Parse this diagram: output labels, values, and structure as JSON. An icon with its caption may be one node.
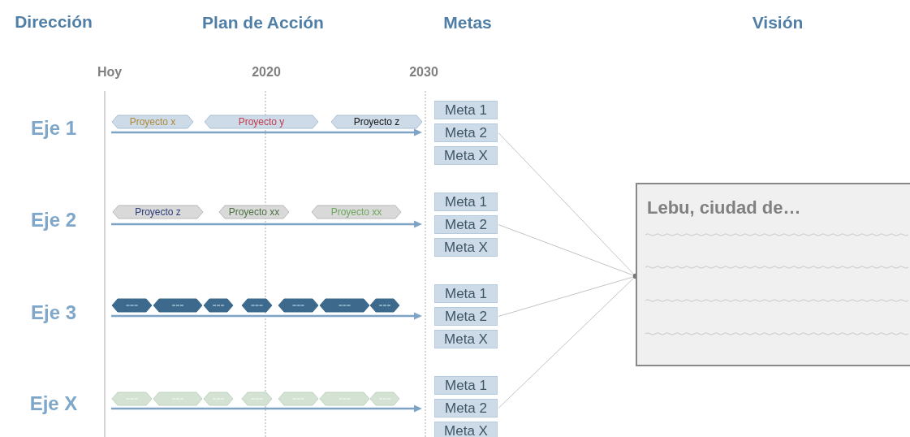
{
  "diagram": {
    "nodes": [
      {
        "text": [
          "Proyecto  x"
        ]
      },
      {
        "text": [
          "Proyecto  y"
        ]
      },
      {
        "text": [
          "Proyecto z"
        ]
      },
      {
        "text": [
          "Meta 1"
        ]
      },
      {
        "text": [
          "Meta 2"
        ]
      },
      {
        "text": [
          "Meta X"
        ]
      },
      {
        "text": [
          "Proyecto  z"
        ]
      },
      {
        "text": [
          "Proyecto xx"
        ]
      },
      {
        "text": [
          "Proyecto xx"
        ]
      },
      {
        "text": [
          "Meta 1"
        ]
      },
      {
        "text": [
          "Meta 2"
        ]
      },
      {
        "text": [
          "Meta X"
        ]
      },
      {
        "text": [],
        "shape": "hexagon"
      },
      {
        "text": [],
        "shape": "hexagon"
      },
      {
        "text": [],
        "shape": "hexagon"
      },
      {
        "text": [],
        "shape": "hexagon"
      },
      {
        "text": [],
        "shape": "hexagon"
      },
      {
        "text": [],
        "shape": "hexagon"
      },
      {
        "text": [],
        "shape": "hexagon"
      },
      {
        "text": [
          "Meta 1"
        ]
      },
      {
        "text": [
          "Meta 2"
        ]
      },
      {
        "text": [
          "Meta X"
        ]
      },
      {
        "text": [],
        "shape": "hexagon"
      },
      {
        "text": [],
        "shape": "hexagon"
      },
      {
        "text": [],
        "shape": "hexagon"
      },
      {
        "text": [],
        "shape": "hexagon"
      },
      {
        "text": [],
        "shape": "hexagon"
      },
      {
        "text": [],
        "shape": "hexagon"
      },
      {
        "text": [],
        "shape": "hexagon"
      },
      {
        "text": [
          "Meta 1"
        ]
      },
      {
        "text": [
          "Meta 2"
        ]
      },
      {
        "text": [
          "Meta X"
        ]
      },
      {
        "text": [
          "Lebu, ciudad de…"
        ]
      }
    ],
    "edges": [
      {
        "from": 4,
        "to": 32,
        "arrow": "other"
      },
      {
        "from": 10,
        "to": 32,
        "arrow": "other"
      },
      {
        "from": 20,
        "to": 32,
        "arrow": "other"
      },
      {
        "from": 30,
        "to": 32,
        "arrow": "other"
      }
    ],
    "labels": [
      "Dirección",
      "Plan de Acción",
      "Metas",
      "Visión",
      "Hoy",
      "2020",
      "2030",
      "Eje 1",
      "Eje 2",
      "Eje 3",
      "Eje X"
    ]
  }
}
